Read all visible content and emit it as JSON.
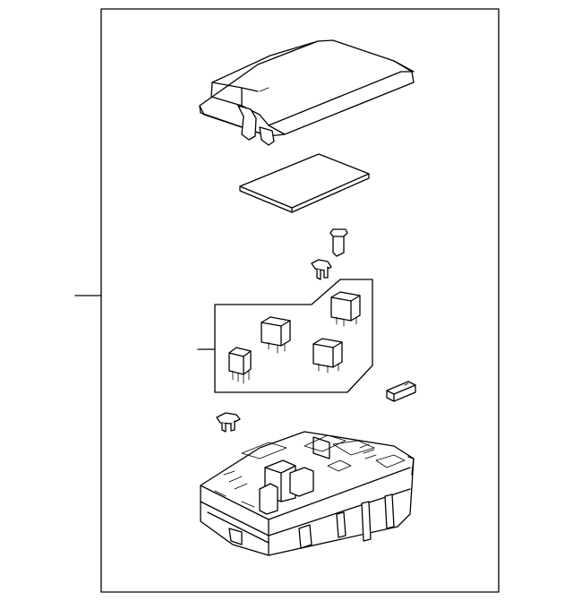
{
  "diagram": {
    "parts": [
      {
        "name": "cover"
      },
      {
        "name": "label-card"
      },
      {
        "name": "fuse-small"
      },
      {
        "name": "fuse-clip-upper"
      },
      {
        "name": "relay-kit",
        "relays": 4
      },
      {
        "name": "mini-fuse"
      },
      {
        "name": "fuse-clip-lower"
      },
      {
        "name": "junction-block"
      }
    ],
    "colors": {
      "line": "#000000",
      "background": "#ffffff"
    }
  }
}
